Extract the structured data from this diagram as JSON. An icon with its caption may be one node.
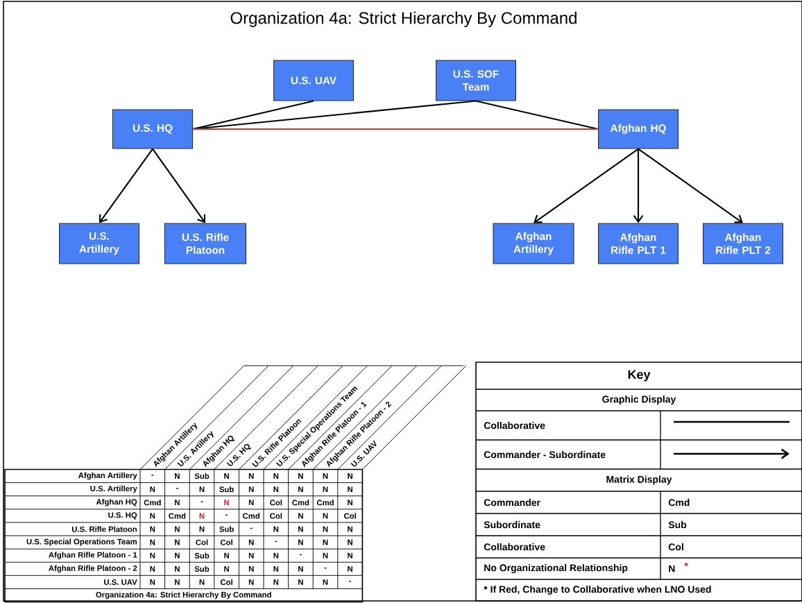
{
  "diagram": {
    "title": "Organization 4a: Strict Hierarchy By Command",
    "nodes": [
      {
        "text": [
          "U.S. UAV"
        ]
      },
      {
        "text": [
          "U.S. SOF Team"
        ]
      },
      {
        "text": [
          "U.S. HQ"
        ]
      },
      {
        "text": [
          "Afghan HQ"
        ]
      },
      {
        "text": [
          "U.S. Artillery"
        ]
      },
      {
        "text": [
          "U.S. Rifle Platoon"
        ]
      },
      {
        "text": [
          "Afghan Artillery"
        ]
      },
      {
        "text": [
          "Afghan Rifle PLT 1"
        ]
      },
      {
        "text": [
          "Afghan Rifle PLT 2"
        ]
      }
    ],
    "edges": [
      {
        "from": 0,
        "to": 2,
        "arrow": "none"
      },
      {
        "from": 1,
        "to": 2,
        "arrow": "none"
      },
      {
        "from": 1,
        "to": 3,
        "arrow": "none"
      },
      {
        "from": 2,
        "to": 3,
        "arrow": "none",
        "color": "#ee2a1b"
      },
      {
        "from": 2,
        "to": 4,
        "arrow": "to"
      },
      {
        "from": 2,
        "to": 5,
        "arrow": "to"
      },
      {
        "from": 3,
        "to": 6,
        "arrow": "to"
      },
      {
        "from": 3,
        "to": 7,
        "arrow": "to"
      },
      {
        "from": 3,
        "to": 8,
        "arrow": "to"
      }
    ],
    "labels": [
      "Afghan Artillery",
      "U.S. Artillery",
      "Afghan HQ",
      "U.S. HQ",
      "U.S. Rifle Platoon",
      "U.S. Special Operations Team",
      "Afghan Rifle Platoon - 1",
      "Afghan Rifle Platoon - 2",
      "U.S. UAV",
      "Afghan Artillery",
      "-",
      "N",
      "Sub",
      "N",
      "N",
      "N",
      "N",
      "N",
      "N",
      "U.S. Artillery",
      "N",
      "-",
      "N",
      "Sub",
      "N",
      "N",
      "N",
      "N",
      "N",
      "Afghan HQ",
      "Cmd",
      "N",
      "-",
      "N",
      "N",
      "Col",
      "Cmd",
      "Cmd",
      "N",
      "U.S. HQ",
      "N",
      "Cmd",
      "N",
      "-",
      "Cmd",
      "Col",
      "N",
      "N",
      "Col",
      "U.S. Rifle Platoon",
      "N",
      "N",
      "N",
      "Sub",
      "-",
      "N",
      "N",
      "N",
      "N",
      "U.S. Special Operations Team",
      "N",
      "N",
      "Col",
      "Col",
      "N",
      "-",
      "N",
      "N",
      "N",
      "Afghan Rifle Platoon - 1",
      "N",
      "N",
      "Sub",
      "N",
      "N",
      "N",
      "-",
      "N",
      "N",
      "Afghan Rifle Platoon - 2",
      "N",
      "N",
      "Sub",
      "N",
      "N",
      "N",
      "N",
      "-",
      "N",
      "U.S. UAV",
      "N",
      "N",
      "N",
      "Col",
      "N",
      "N",
      "N",
      "N",
      "-",
      "Organization 4a: Strict Hierarchy By Command",
      "Key",
      "Graphic Display",
      "Matrix Display",
      "Commander",
      "Cmd",
      "Subordinate",
      "Sub",
      "Collaborative",
      "Col",
      "No Organizational Relationship",
      "N",
      "*",
      "* If Red, Change to Collaborative when LNO Used"
    ],
    "legend": [
      {
        "text": "Collaborative"
      },
      {
        "text": "Commander - Subordinate"
      }
    ]
  }
}
